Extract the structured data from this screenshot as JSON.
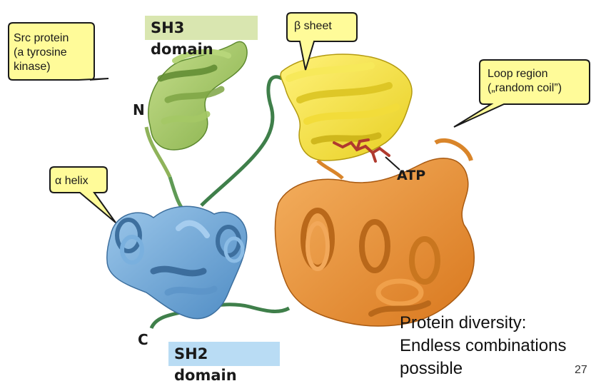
{
  "labels": {
    "sh3_domain": "SH3 domain",
    "sh2_domain": "SH2 domain",
    "n_terminus": "N",
    "c_terminus": "C",
    "atp": "ATP"
  },
  "callouts": {
    "src_protein": [
      "Src protein",
      "(a tyrosine",
      "kinase)"
    ],
    "beta_sheet": "β sheet",
    "loop_region": [
      "Loop region",
      "(„random coil”)"
    ],
    "alpha_helix": "α helix"
  },
  "note": [
    "Protein diversity:",
    "Endless combinations",
    "possible"
  ],
  "page_number": "27",
  "colors": {
    "sh3": "#9cc35a",
    "sh3_label_bg": "#d9e6b0",
    "sh2": "#6aa3d4",
    "sh2_label_bg": "#b9dcf4",
    "kinase_n_lobe": "#f2e03a",
    "kinase_c_lobe": "#e8902e",
    "linker": "#3f7f4a",
    "atp": "#b03a2e",
    "callout_fill": "#fffb99",
    "callout_stroke": "#1a1a1a"
  }
}
